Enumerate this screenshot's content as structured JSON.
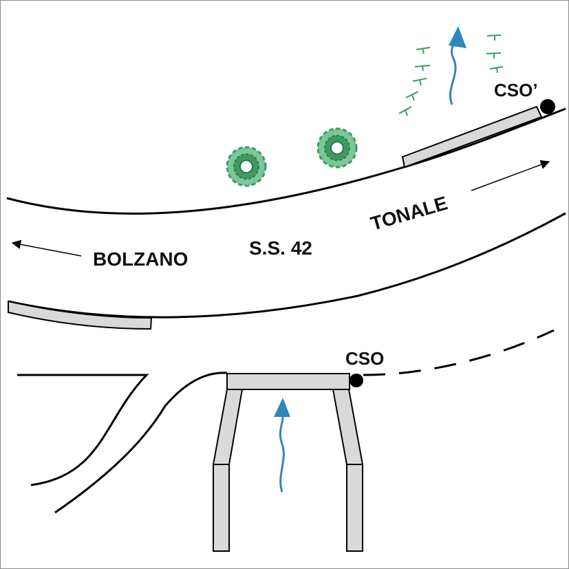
{
  "labels": {
    "road_number": "S.S. 42",
    "direction_left": "BOLZANO",
    "direction_right": "TONALE",
    "cso_top": "CSO’",
    "cso_bottom": "CSO"
  },
  "colors": {
    "line": "#000000",
    "structure_fill": "#d9d9d9",
    "flow_arrow": "#2f86b8",
    "vegetation": "#3c9a62",
    "vegetation_light": "#7cc69a"
  },
  "icons": {
    "flow": "water-flow-arrow-icon",
    "tree": "tree-icon",
    "grass": "grass-tuft-icon",
    "outfall": "outfall-point-icon"
  }
}
